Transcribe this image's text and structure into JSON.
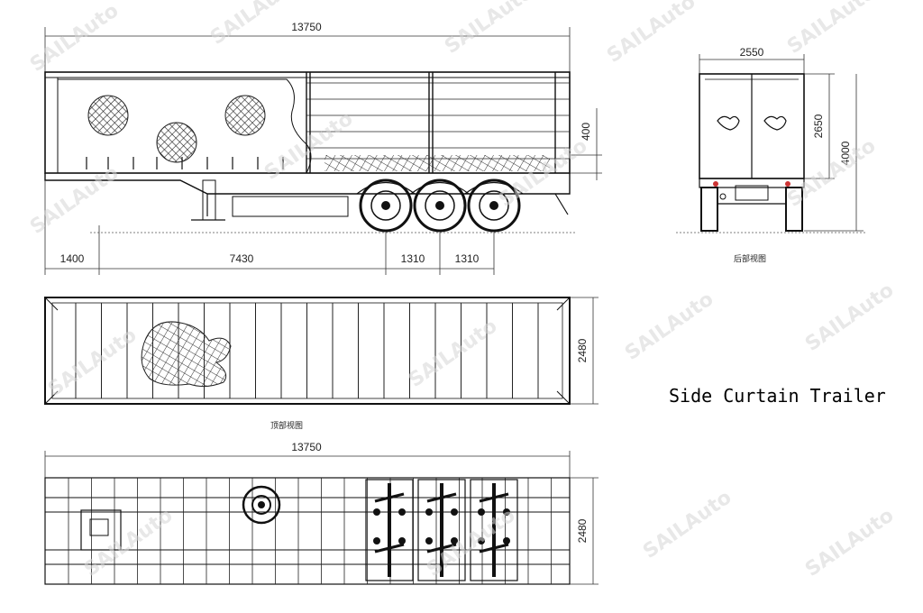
{
  "title": "Side Curtain Trailer",
  "watermark": "SAILAuto",
  "side_view": {
    "overall_length": "13750",
    "height_dim": "400",
    "front_overhang": "1400",
    "kingpin_to_axle": "7430",
    "axle_spacing_1": "1310",
    "axle_spacing_2": "1310"
  },
  "rear_view": {
    "width": "2550",
    "body_height": "2650",
    "overall_height": "4000",
    "caption": "后部视图"
  },
  "top_view": {
    "width": "2480",
    "caption": "顶部视图"
  },
  "bottom_view": {
    "overall_length": "13750",
    "width": "2480"
  }
}
